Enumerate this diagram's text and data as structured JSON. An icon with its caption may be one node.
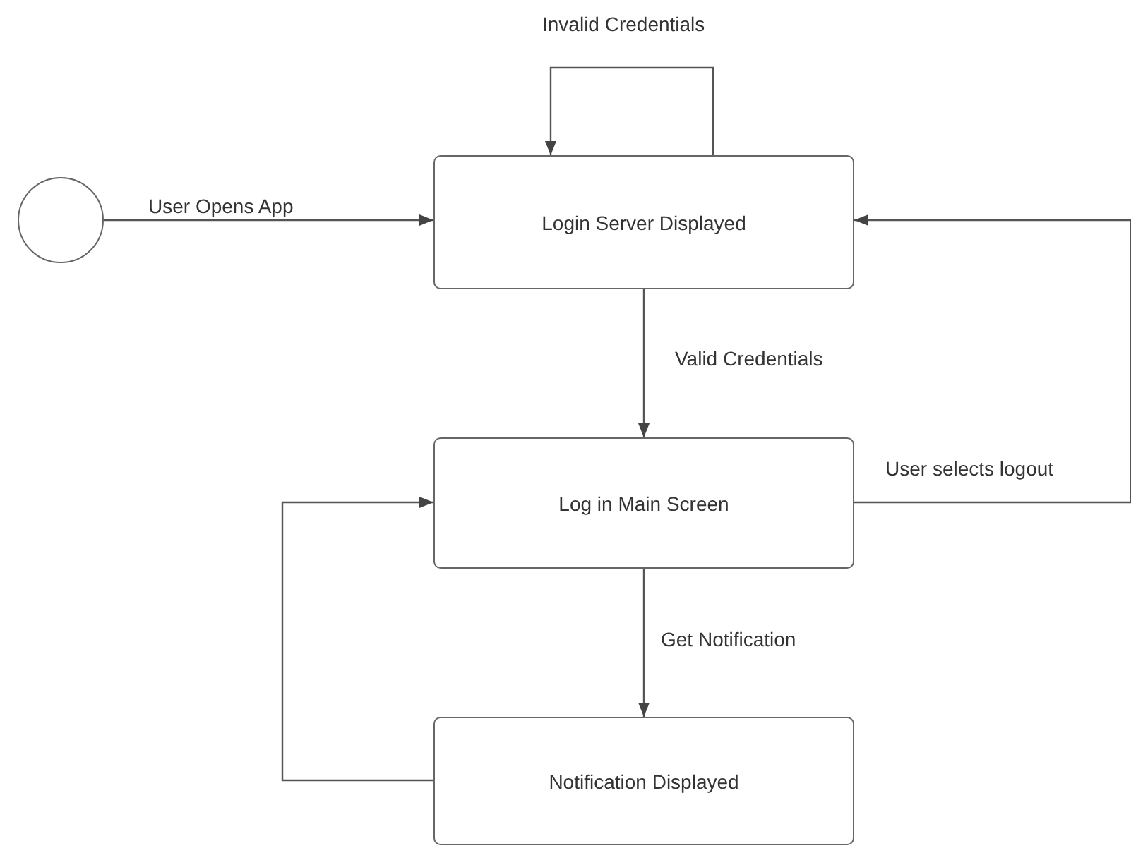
{
  "diagram": {
    "nodes": [
      {
        "text": [],
        "shape": "circle"
      },
      {
        "text": [
          "Login Server Displayed"
        ]
      },
      {
        "text": [
          "Log in Main Screen"
        ]
      },
      {
        "text": [
          "Notification Displayed"
        ]
      }
    ],
    "edges": [
      {
        "from": 0,
        "to": 1,
        "arrow": "to",
        "label": "User Opens App"
      },
      {
        "from": 1,
        "to": 1,
        "arrow": "to",
        "label": "Invalid Credentials"
      },
      {
        "from": 1,
        "to": 2,
        "arrow": "to",
        "label": "Valid Credentials"
      },
      {
        "from": 2,
        "to": 1,
        "arrow": "to",
        "label": "User selects logout"
      },
      {
        "from": 2,
        "to": 3,
        "arrow": "to",
        "label": "Get Notification"
      },
      {
        "from": 3,
        "to": 2,
        "arrow": "to"
      }
    ]
  }
}
